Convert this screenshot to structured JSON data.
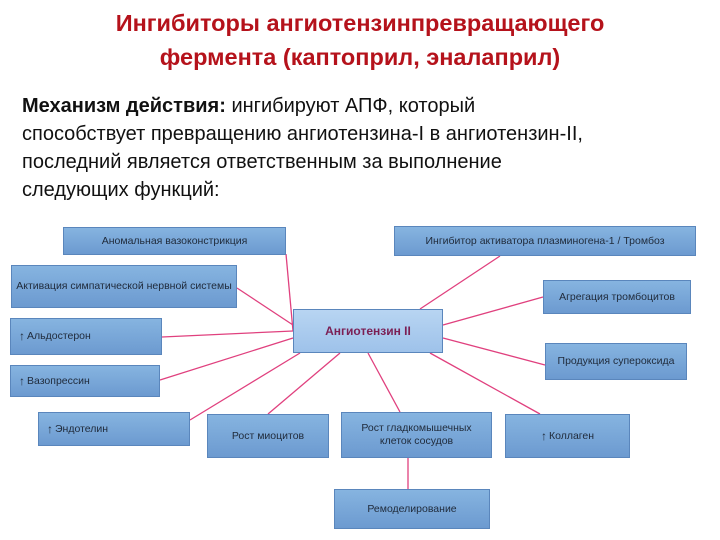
{
  "title": {
    "line1": "Ингибиторы ангиотензинпревращающего",
    "line2": "фермента (каптоприл, эналаприл)"
  },
  "description": {
    "label": "Механизм действия:",
    "line1": " ингибируют АПФ, который",
    "line2": "способствует превращению ангиотензина-I в ангиотензин-II,",
    "line3": "последний является ответственным за выполнение",
    "line4": "следующих функций:"
  },
  "diagram": {
    "center": "Ангиотензин II",
    "up_arrow": "↑",
    "nodes": {
      "vasoconstriction": "Аномальная вазоконстрикция",
      "sympathetic": "Активация симпатической нервной системы",
      "aldosterone": "Альдостерон",
      "vasopressin": "Вазопрессин",
      "endothelin": "Эндотелин",
      "myocytes": "Рост миоцитов",
      "smooth_muscle": "Рост гладкомышечных клеток сосудов",
      "remodeling": "Ремоделирование",
      "collagen": "Коллаген",
      "superoxide": "Продукция супероксида",
      "platelets": "Агрегация тромбоцитов",
      "pai1": "Ингибитор активатора плазминогена-1 / Тромбоз"
    },
    "colors": {
      "title": "#b5121b",
      "box_fill": "#7aa8d8",
      "center_fill": "#aecdee",
      "center_text": "#7b1f54",
      "lines": "#e0407e"
    }
  }
}
